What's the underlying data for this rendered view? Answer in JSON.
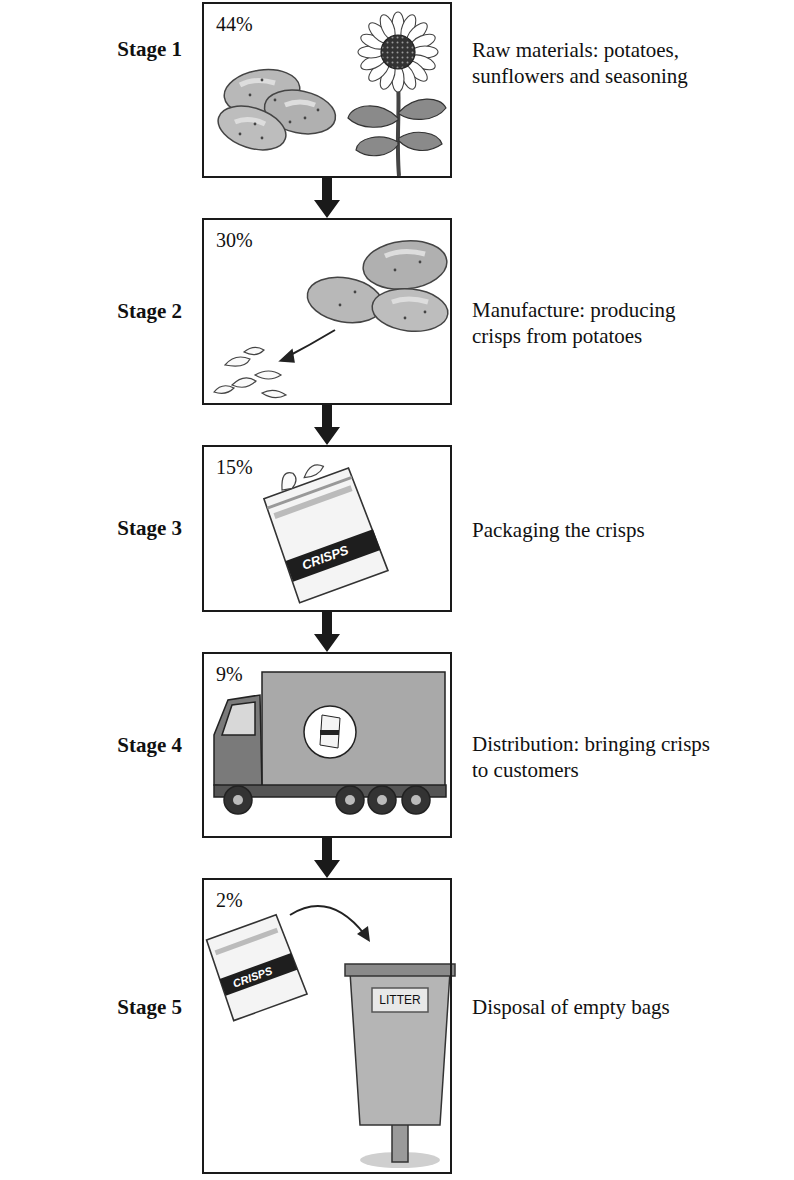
{
  "diagram": {
    "nodes": [
      {
        "text": [
          "Stage 1",
          "44%",
          "Raw materials: potatoes, sunflowers and seasoning"
        ]
      },
      {
        "text": [
          "Stage 2",
          "30%",
          "Manufacture: producing crisps from potatoes"
        ]
      },
      {
        "text": [
          "Stage 3",
          "15%",
          "Packaging the crisps"
        ]
      },
      {
        "text": [
          "Stage 4",
          "9%",
          "Distribution: bringing crisps to customers"
        ]
      },
      {
        "text": [
          "Stage 5",
          "2%",
          "Disposal of empty bags"
        ]
      }
    ],
    "edges": [
      {
        "from": 0,
        "to": 1,
        "arrow": "to"
      },
      {
        "from": 1,
        "to": 2,
        "arrow": "to"
      },
      {
        "from": 2,
        "to": 3,
        "arrow": "to"
      },
      {
        "from": 3,
        "to": 4,
        "arrow": "to"
      }
    ],
    "labels": [
      "CRISPS",
      "CRISPS",
      "LITTER"
    ]
  }
}
